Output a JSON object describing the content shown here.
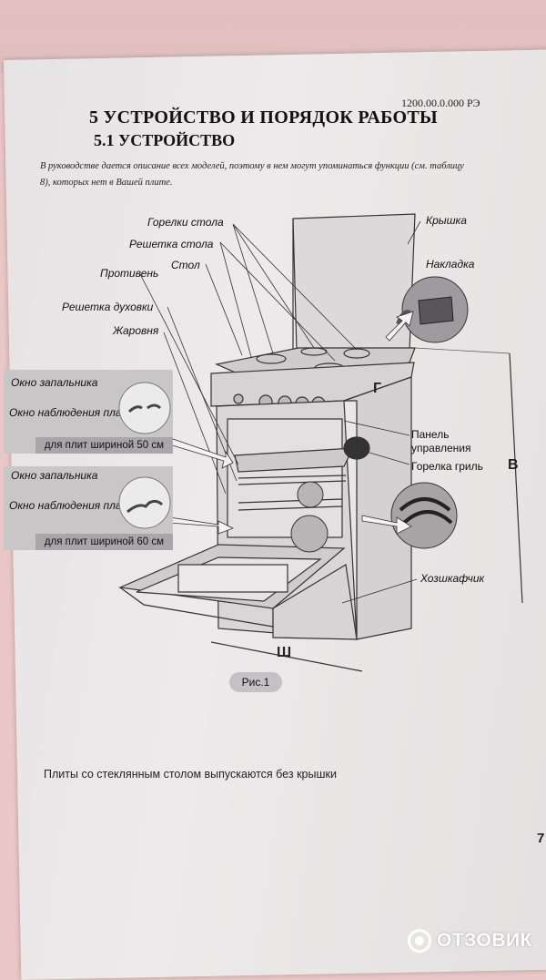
{
  "document": {
    "doc_number": "1200.00.0.000 РЭ",
    "section_title": "5 УСТРОЙСТВО И ПОРЯДОК РАБОТЫ",
    "subsection_title": "5.1 УСТРОЙСТВО",
    "intro_text": "В руководстве дается описание всех моделей, поэтому в нем могут упоминаться функции (см. таблицу 8), которых нет в Вашей плите.",
    "page_number": "7",
    "footnote": "Плиты со стеклянным столом выпускаются без крышки"
  },
  "figure": {
    "caption": "Рис.1",
    "labels": {
      "burners": "Горелки стола",
      "table_grate": "Решетка стола",
      "table": "Стол",
      "tray": "Противень",
      "oven_grate": "Решетка духовки",
      "roaster": "Жаровня",
      "lid": "Крышка",
      "overlay": "Накладка",
      "control_panel": "Панель управления",
      "grill_burner": "Горелка гриль",
      "cabinet": "Хозшкафчик",
      "dim_g": "Г",
      "dim_v": "В",
      "dim_sh": "Ш"
    },
    "inset_50": {
      "igniter_window": "Окно запальника",
      "flame_window": "Окно наблюдения пламени",
      "caption": "для плит шириной 50 см"
    },
    "inset_60": {
      "igniter_window": "Окно запальника",
      "flame_window": "Окно наблюдения пламени",
      "caption": "для плит шириной 60 см"
    }
  },
  "watermark": "ОТЗОВИК"
}
